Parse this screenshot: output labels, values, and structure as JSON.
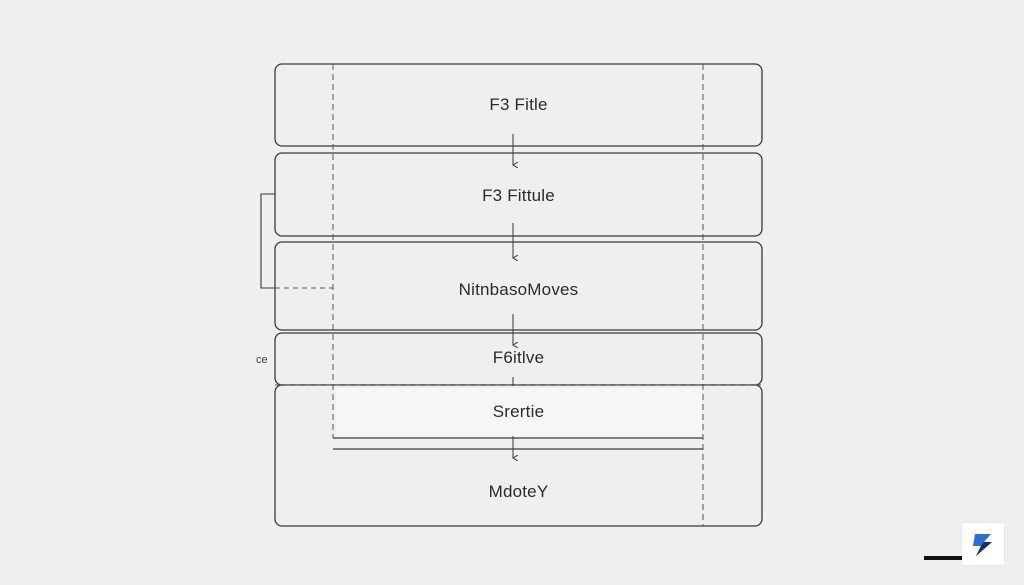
{
  "boxes": [
    {
      "id": "box-1",
      "label": "F3 Fitle"
    },
    {
      "id": "box-2",
      "label": "F3 Fittule"
    },
    {
      "id": "box-3",
      "label": "NitnbasoMoves"
    },
    {
      "id": "box-4",
      "label": "F6itlve"
    },
    {
      "id": "box-5",
      "label": "Srertie"
    },
    {
      "id": "box-6",
      "label": "MdoteY"
    }
  ],
  "side_label": "ce",
  "colors": {
    "background": "#efefee",
    "box_stroke": "#3a3a3a",
    "box_fill": "#efefee",
    "text": "#2b2b2b",
    "logo_blue": "#2a6fd6",
    "logo_dark": "#1b2f63"
  },
  "logo": {
    "icon": "brand-bolt-icon"
  }
}
